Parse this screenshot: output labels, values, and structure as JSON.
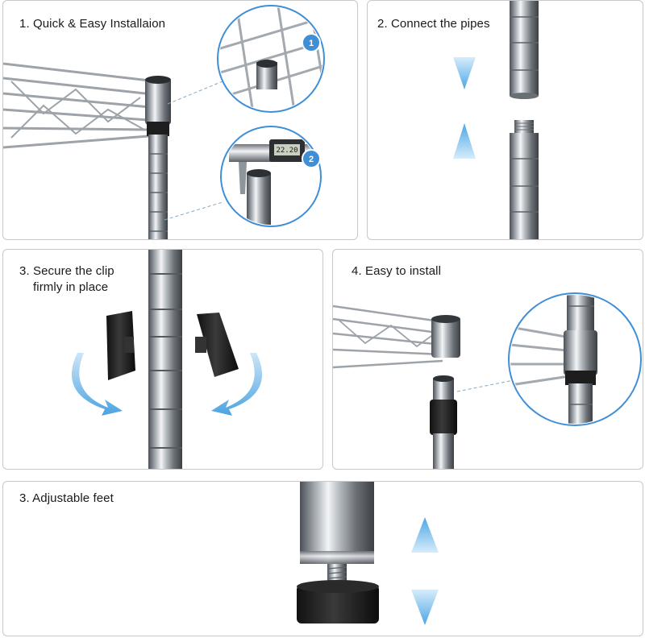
{
  "panels": {
    "p1": {
      "caption": "1. Quick & Easy Installaion",
      "badges": [
        "1",
        "2"
      ],
      "caliper_reading": "22.20"
    },
    "p2": {
      "caption": "2. Connect the pipes"
    },
    "p3": {
      "caption_line1": "3. Secure the clip",
      "caption_line2": "firmly in place"
    },
    "p4": {
      "caption": "4. Easy to install"
    },
    "p5": {
      "caption": "3. Adjustable feet"
    }
  },
  "colors": {
    "panel_border": "#c8c8c8",
    "accent_blue": "#3f8fd6",
    "arrow_blue": "#63b3ea",
    "chrome_dark": "#555a60",
    "chrome_light": "#eef0f2",
    "clip_black": "#1b1b1b"
  }
}
